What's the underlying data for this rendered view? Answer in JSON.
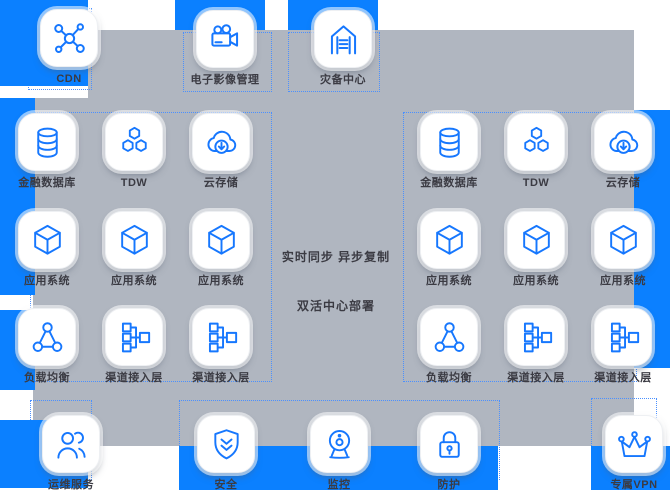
{
  "colors": {
    "blue": "#0b80ff",
    "gray": "#b0b6c0",
    "dashed": "#4a90ff",
    "iconblue": "#1677fe",
    "labelcol": "#3b3b43"
  },
  "top_row": [
    {
      "label": "CDN",
      "icon": "network"
    },
    {
      "label": "电子影像管理",
      "icon": "video-camera"
    },
    {
      "label": "灾备中心",
      "icon": "disaster-center"
    }
  ],
  "left_group": [
    {
      "label": "金融数据库",
      "icon": "database"
    },
    {
      "label": "TDW",
      "icon": "hexagons"
    },
    {
      "label": "云存储",
      "icon": "cloud-download"
    },
    {
      "label": "应用系统",
      "icon": "cube"
    },
    {
      "label": "应用系统",
      "icon": "cube"
    },
    {
      "label": "应用系统",
      "icon": "cube"
    },
    {
      "label": "负载均衡",
      "icon": "node-triangle"
    },
    {
      "label": "渠道接入层",
      "icon": "flowchart"
    },
    {
      "label": "渠道接入层",
      "icon": "flowchart"
    }
  ],
  "right_group": [
    {
      "label": "金融数据库",
      "icon": "database"
    },
    {
      "label": "TDW",
      "icon": "hexagons"
    },
    {
      "label": "云存储",
      "icon": "cloud-download"
    },
    {
      "label": "应用系统",
      "icon": "cube"
    },
    {
      "label": "应用系统",
      "icon": "cube"
    },
    {
      "label": "应用系统",
      "icon": "cube"
    },
    {
      "label": "负载均衡",
      "icon": "node-triangle"
    },
    {
      "label": "渠道接入层",
      "icon": "flowchart"
    },
    {
      "label": "渠道接入层",
      "icon": "flowchart"
    }
  ],
  "center": {
    "line1": "实时同步 异步复制",
    "line2": "双活中心部署"
  },
  "bottom_row": [
    {
      "label": "运维服务",
      "icon": "users"
    },
    {
      "label": "安全",
      "icon": "shield"
    },
    {
      "label": "监控",
      "icon": "webcam"
    },
    {
      "label": "防护",
      "icon": "lock"
    },
    {
      "label": "专属VPN",
      "icon": "crown"
    }
  ]
}
